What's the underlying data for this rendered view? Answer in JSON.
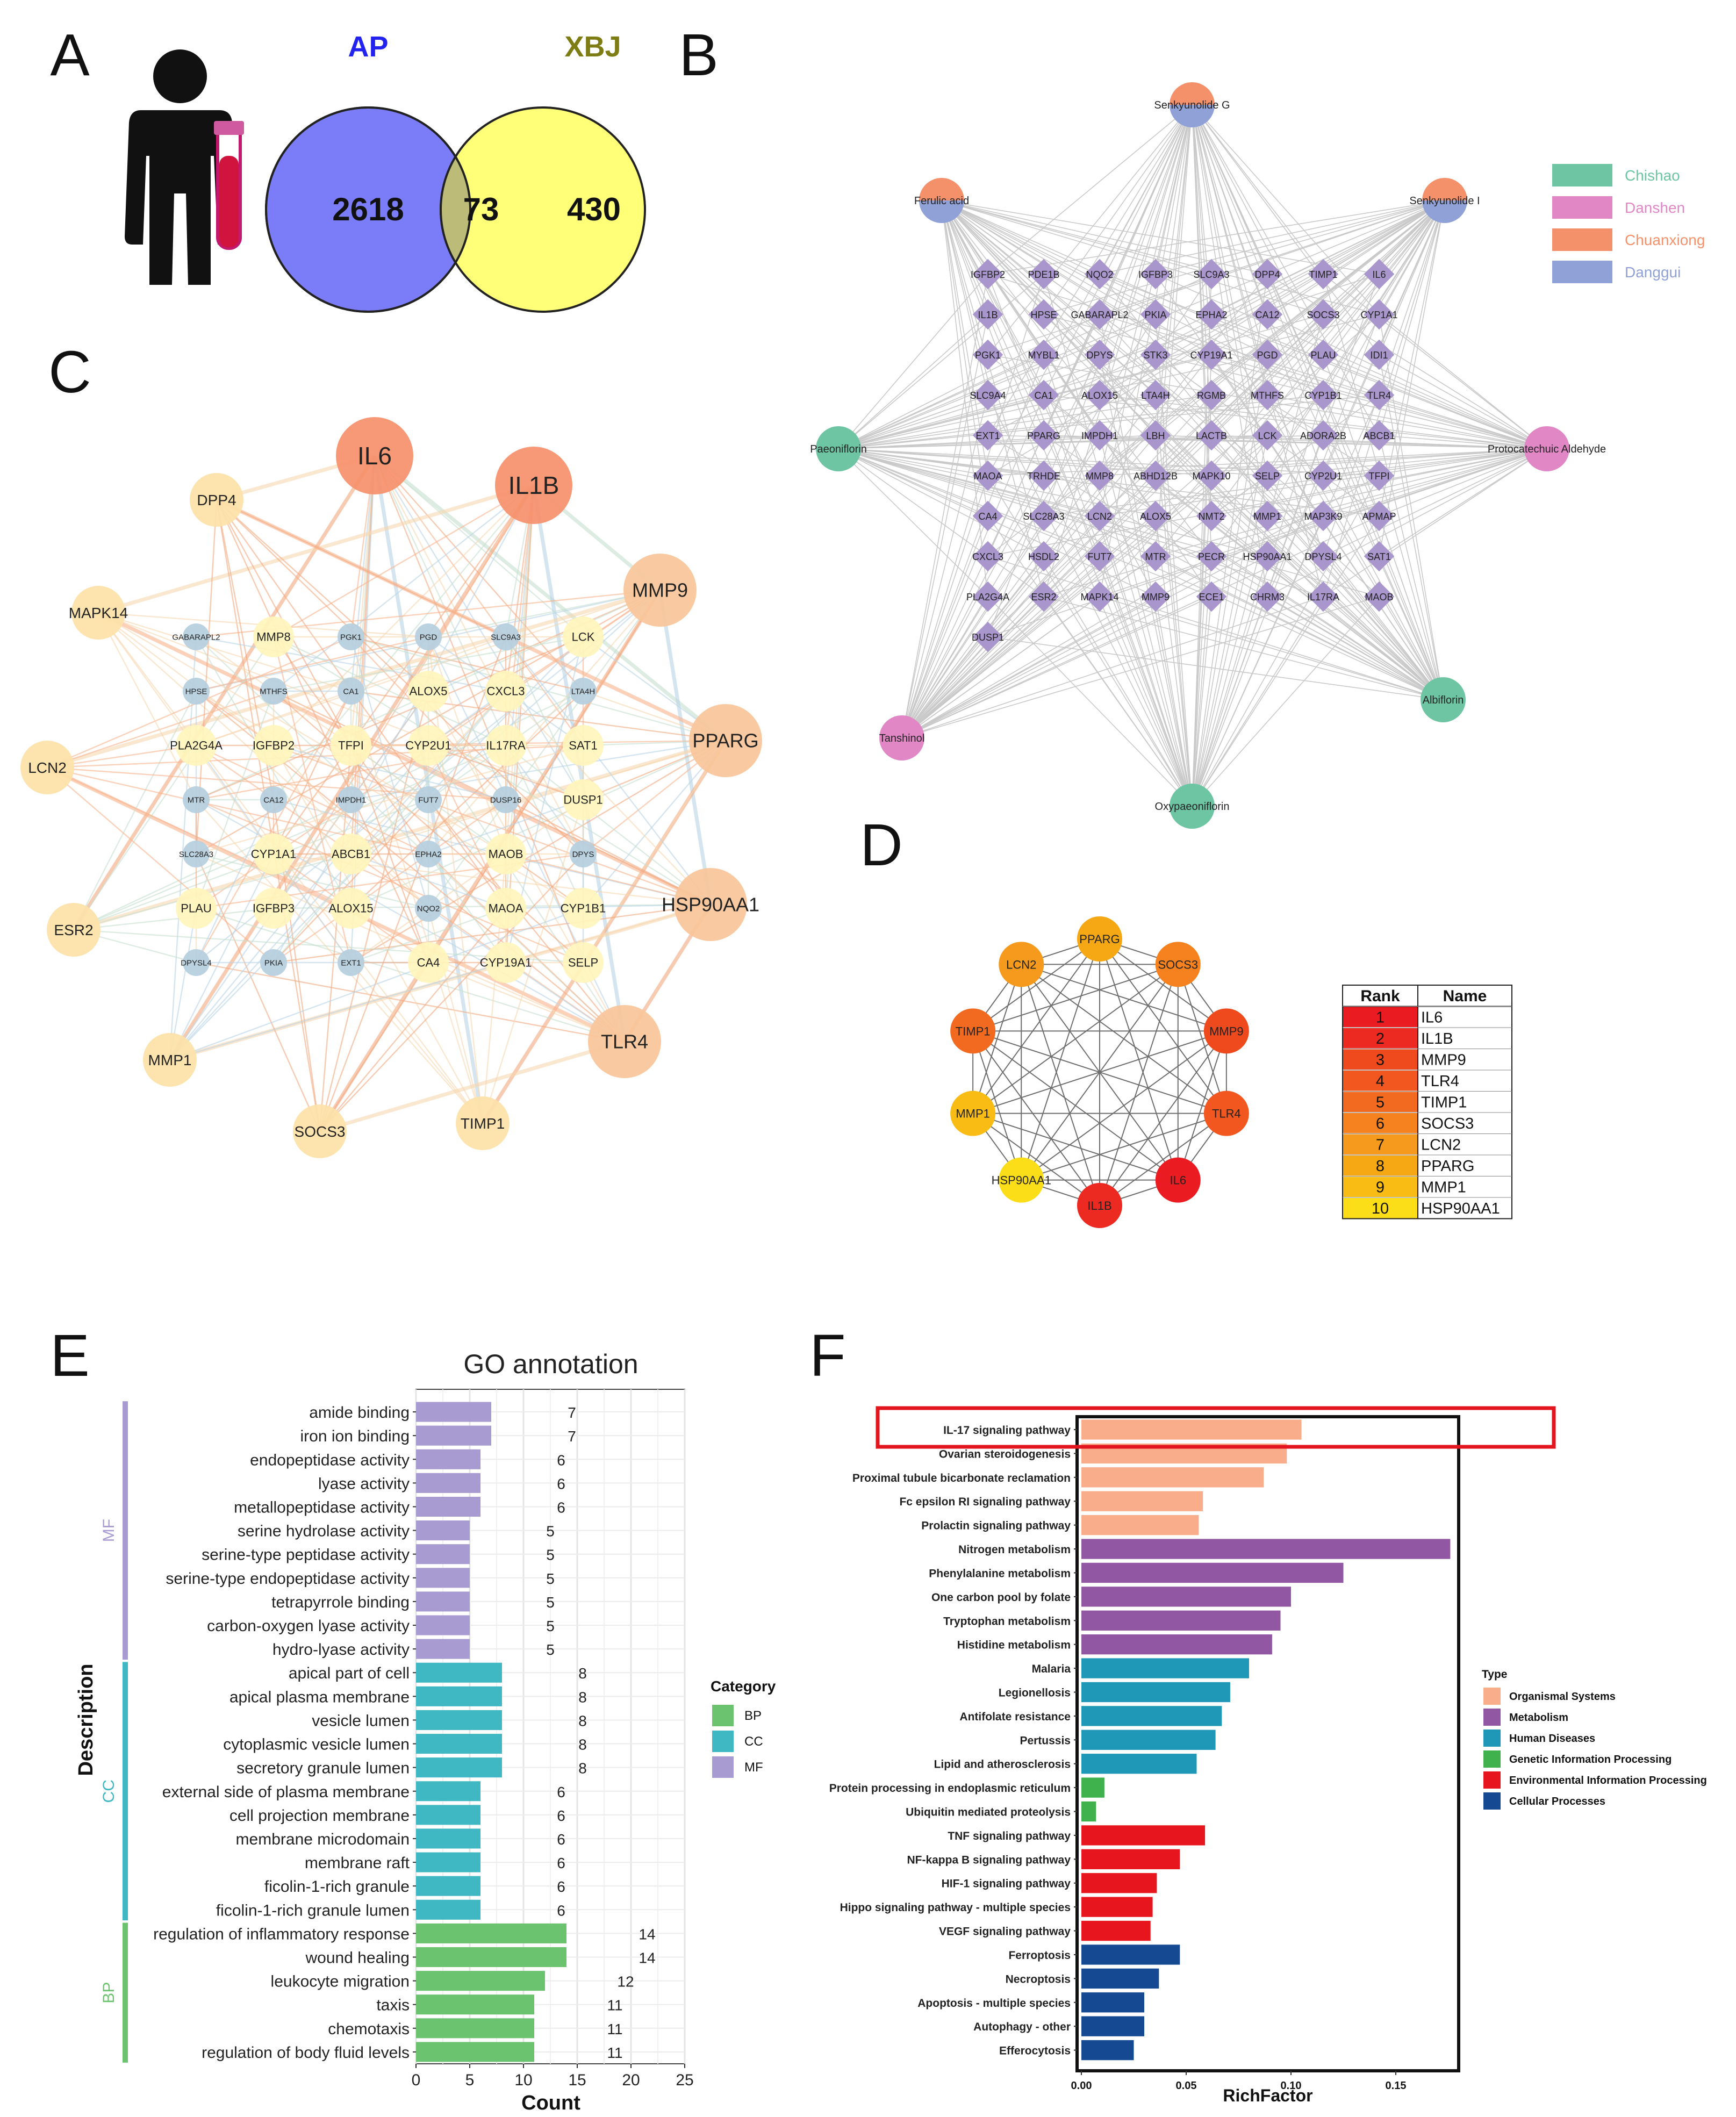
{
  "panel_labels": [
    "A",
    "B",
    "C",
    "D",
    "E",
    "F"
  ],
  "colors": {
    "chishao": "#6dc5a4",
    "danshen": "#e187c5",
    "chuanxiong": "#f4916a",
    "danggui": "#8fa1d6",
    "diamond": "#a996cc",
    "BP": "#6cc36f",
    "CC": "#3fb8c3",
    "MF": "#a79bd1",
    "organismal": "#f9ad8a",
    "metabolism": "#9257a3",
    "human_diseases": "#1f98b7",
    "genetic": "#3fb24d",
    "environmental": "#e7161e",
    "cellular": "#154a93"
  },
  "panel_a": {
    "title_left": "AP",
    "title_right": "XBJ",
    "left_only": "2618",
    "overlap": "73",
    "right_only": "430",
    "icon": "person-with-test-tube-icon"
  },
  "panel_b": {
    "legend": [
      {
        "name": "Chishao",
        "key": "chishao"
      },
      {
        "name": "Danshen",
        "key": "danshen"
      },
      {
        "name": "Chuanxiong",
        "key": "chuanxiong"
      },
      {
        "name": "Danggui",
        "key": "danggui"
      }
    ],
    "compounds": [
      {
        "label": "Senkyunolide G",
        "top": "chuanxiong",
        "bottom": "danggui"
      },
      {
        "label": "Ferulic acid",
        "top": "chuanxiong",
        "bottom": "danggui"
      },
      {
        "label": "Senkyunolide I",
        "top": "chuanxiong",
        "bottom": "danggui"
      },
      {
        "label": "Paeoniflorin",
        "top": "chishao",
        "bottom": "chishao"
      },
      {
        "label": "Protocatechuic Aldehyde",
        "top": "danshen",
        "bottom": "danshen"
      },
      {
        "label": "Tanshinol",
        "top": "danshen",
        "bottom": "danshen"
      },
      {
        "label": "Albiflorin",
        "top": "chishao",
        "bottom": "chishao"
      },
      {
        "label": "Oxypaeoniflorin",
        "top": "chishao",
        "bottom": "chishao"
      }
    ],
    "targets": [
      [
        "IGFBP2",
        "PDE1B",
        "NQO2",
        "IGFBP3",
        "SLC9A3",
        "DPP4",
        "TIMP1",
        "IL6"
      ],
      [
        "IL1B",
        "HPSE",
        "GABARAPL2",
        "PKIA",
        "EPHA2",
        "CA12",
        "SOCS3",
        "CYP1A1"
      ],
      [
        "PGK1",
        "MYBL1",
        "DPYS",
        "STK3",
        "CYP19A1",
        "PGD",
        "PLAU",
        "IDI1"
      ],
      [
        "SLC9A4",
        "CA1",
        "ALOX15",
        "LTA4H",
        "RGMB",
        "MTHFS",
        "CYP1B1",
        "TLR4"
      ],
      [
        "EXT1",
        "PPARG",
        "IMPDH1",
        "LBH",
        "LACTB",
        "LCK",
        "ADORA2B",
        "ABCB1"
      ],
      [
        "MAOA",
        "TRHDE",
        "MMP8",
        "ABHD12B",
        "MAPK10",
        "SELP",
        "CYP2U1",
        "TFPI"
      ],
      [
        "CA4",
        "SLC28A3",
        "LCN2",
        "ALOX5",
        "NMT2",
        "MMP1",
        "MAP3K9",
        "APMAP"
      ],
      [
        "CXCL3",
        "HSDL2",
        "FUT7",
        "MTR",
        "PECR",
        "HSP90AA1",
        "DPYSL4",
        "SAT1"
      ],
      [
        "PLA2G4A",
        "ESR2",
        "MAPK14",
        "MMP9",
        "ECE1",
        "CHRM3",
        "IL17RA",
        "MAOB"
      ],
      [
        "DUSP1"
      ]
    ]
  },
  "panel_c": {
    "nodes": [
      {
        "label": "IL6",
        "tier": 1
      },
      {
        "label": "IL1B",
        "tier": 1
      },
      {
        "label": "MMP9",
        "tier": 2
      },
      {
        "label": "PPARG",
        "tier": 2
      },
      {
        "label": "HSP90AA1",
        "tier": 2
      },
      {
        "label": "TLR4",
        "tier": 2
      },
      {
        "label": "TIMP1",
        "tier": 3
      },
      {
        "label": "SOCS3",
        "tier": 3
      },
      {
        "label": "MMP1",
        "tier": 3
      },
      {
        "label": "ESR2",
        "tier": 3
      },
      {
        "label": "LCN2",
        "tier": 3
      },
      {
        "label": "MAPK14",
        "tier": 3
      },
      {
        "label": "DPP4",
        "tier": 3
      },
      {
        "label": "GABARAPL2",
        "tier": 5
      },
      {
        "label": "MMP8",
        "tier": 4
      },
      {
        "label": "PGK1",
        "tier": 5
      },
      {
        "label": "PGD",
        "tier": 5
      },
      {
        "label": "SLC9A3",
        "tier": 5
      },
      {
        "label": "LCK",
        "tier": 4
      },
      {
        "label": "HPSE",
        "tier": 5
      },
      {
        "label": "MTHFS",
        "tier": 5
      },
      {
        "label": "CA1",
        "tier": 5
      },
      {
        "label": "ALOX5",
        "tier": 4
      },
      {
        "label": "CXCL3",
        "tier": 4
      },
      {
        "label": "LTA4H",
        "tier": 5
      },
      {
        "label": "PLA2G4A",
        "tier": 4
      },
      {
        "label": "IGFBP2",
        "tier": 4
      },
      {
        "label": "TFPI",
        "tier": 4
      },
      {
        "label": "CYP2U1",
        "tier": 4
      },
      {
        "label": "IL17RA",
        "tier": 4
      },
      {
        "label": "SAT1",
        "tier": 4
      },
      {
        "label": "MTR",
        "tier": 5
      },
      {
        "label": "CA12",
        "tier": 5
      },
      {
        "label": "IMPDH1",
        "tier": 5
      },
      {
        "label": "FUT7",
        "tier": 5
      },
      {
        "label": "DUSP16",
        "tier": 5
      },
      {
        "label": "DUSP1",
        "tier": 4
      },
      {
        "label": "SLC28A3",
        "tier": 5
      },
      {
        "label": "CYP1A1",
        "tier": 4
      },
      {
        "label": "ABCB1",
        "tier": 4
      },
      {
        "label": "EPHA2",
        "tier": 5
      },
      {
        "label": "MAOB",
        "tier": 4
      },
      {
        "label": "DPYS",
        "tier": 5
      },
      {
        "label": "PLAU",
        "tier": 4
      },
      {
        "label": "IGFBP3",
        "tier": 4
      },
      {
        "label": "ALOX15",
        "tier": 4
      },
      {
        "label": "NQO2",
        "tier": 5
      },
      {
        "label": "MAOA",
        "tier": 4
      },
      {
        "label": "CYP1B1",
        "tier": 4
      },
      {
        "label": "DPYSL4",
        "tier": 5
      },
      {
        "label": "PKIA",
        "tier": 5
      },
      {
        "label": "EXT1",
        "tier": 5
      },
      {
        "label": "CA4",
        "tier": 4
      },
      {
        "label": "CYP19A1",
        "tier": 4
      },
      {
        "label": "SELP",
        "tier": 4
      }
    ]
  },
  "panel_d": {
    "nodes": [
      {
        "label": "PPARG",
        "color": "#f6a814"
      },
      {
        "label": "SOCS3",
        "color": "#f5821e"
      },
      {
        "label": "MMP9",
        "color": "#ef4a1d"
      },
      {
        "label": "TLR4",
        "color": "#f1571f"
      },
      {
        "label": "IL6",
        "color": "#ea1c21"
      },
      {
        "label": "IL1B",
        "color": "#ec2a22"
      },
      {
        "label": "HSP90AA1",
        "color": "#fbde17"
      },
      {
        "label": "MMP1",
        "color": "#f9bc15"
      },
      {
        "label": "TIMP1",
        "color": "#f26a20"
      },
      {
        "label": "LCN2",
        "color": "#f59a1d"
      }
    ],
    "table": {
      "headers": [
        "Rank",
        "Name"
      ],
      "rows": [
        {
          "rank": "1",
          "name": "IL6",
          "color": "#ea1c21"
        },
        {
          "rank": "2",
          "name": "IL1B",
          "color": "#ec2a22"
        },
        {
          "rank": "3",
          "name": "MMP9",
          "color": "#ef4a1d"
        },
        {
          "rank": "4",
          "name": "TLR4",
          "color": "#f1571f"
        },
        {
          "rank": "5",
          "name": "TIMP1",
          "color": "#f26a20"
        },
        {
          "rank": "6",
          "name": "SOCS3",
          "color": "#f5821e"
        },
        {
          "rank": "7",
          "name": "LCN2",
          "color": "#f59a1d"
        },
        {
          "rank": "8",
          "name": "PPARG",
          "color": "#f6a814"
        },
        {
          "rank": "9",
          "name": "MMP1",
          "color": "#f9bc15"
        },
        {
          "rank": "10",
          "name": "HSP90AA1",
          "color": "#fbde17"
        }
      ]
    }
  },
  "chart_data": [
    {
      "type": "bar",
      "orientation": "horizontal",
      "title": "GO annotation",
      "xlabel": "Count",
      "ylabel": "Description",
      "xlim": [
        0,
        25
      ],
      "xticks": [
        0,
        5,
        10,
        15,
        20,
        25
      ],
      "grid": true,
      "legend": {
        "title": "Category",
        "entries": [
          "BP",
          "CC",
          "MF"
        ],
        "position": "right"
      },
      "groups": [
        {
          "name": "MF",
          "items": [
            {
              "label": "amide binding",
              "value": 7
            },
            {
              "label": "iron ion binding",
              "value": 7
            },
            {
              "label": "endopeptidase activity",
              "value": 6
            },
            {
              "label": "lyase activity",
              "value": 6
            },
            {
              "label": "metallopeptidase activity",
              "value": 6
            },
            {
              "label": "serine hydrolase activity",
              "value": 5
            },
            {
              "label": "serine-type peptidase activity",
              "value": 5
            },
            {
              "label": "serine-type endopeptidase activity",
              "value": 5
            },
            {
              "label": "tetrapyrrole binding",
              "value": 5
            },
            {
              "label": "carbon-oxygen lyase activity",
              "value": 5
            },
            {
              "label": "hydro-lyase activity",
              "value": 5
            }
          ]
        },
        {
          "name": "CC",
          "items": [
            {
              "label": "apical part of cell",
              "value": 8
            },
            {
              "label": "apical plasma membrane",
              "value": 8
            },
            {
              "label": "vesicle lumen",
              "value": 8
            },
            {
              "label": "cytoplasmic vesicle lumen",
              "value": 8
            },
            {
              "label": "secretory granule lumen",
              "value": 8
            },
            {
              "label": "external side of plasma membrane",
              "value": 6
            },
            {
              "label": "cell projection membrane",
              "value": 6
            },
            {
              "label": "membrane microdomain",
              "value": 6
            },
            {
              "label": "membrane raft",
              "value": 6
            },
            {
              "label": "ficolin-1-rich granule",
              "value": 6
            },
            {
              "label": "ficolin-1-rich granule lumen",
              "value": 6
            }
          ]
        },
        {
          "name": "BP",
          "items": [
            {
              "label": "regulation of inflammatory response",
              "value": 14
            },
            {
              "label": "wound healing",
              "value": 14
            },
            {
              "label": "leukocyte migration",
              "value": 12
            },
            {
              "label": "taxis",
              "value": 11
            },
            {
              "label": "chemotaxis",
              "value": 11
            },
            {
              "label": "regulation of body fluid levels",
              "value": 11
            }
          ]
        }
      ]
    },
    {
      "type": "bar",
      "orientation": "horizontal",
      "title": "",
      "xlabel": "RichFactor",
      "ylabel": "",
      "xlim": [
        0,
        0.18
      ],
      "xticks": [
        "0.00",
        "0.05",
        "0.10",
        "0.15"
      ],
      "grid": false,
      "legend": {
        "title": "Type",
        "position": "right",
        "entries": [
          {
            "name": "Organismal Systems",
            "key": "organismal"
          },
          {
            "name": "Metabolism",
            "key": "metabolism"
          },
          {
            "name": "Human Diseases",
            "key": "human_diseases"
          },
          {
            "name": "Genetic Information Processing",
            "key": "genetic"
          },
          {
            "name": "Environmental Information Processing",
            "key": "environmental"
          },
          {
            "name": "Cellular Processes",
            "key": "cellular"
          }
        ]
      },
      "highlight": "IL-17 signaling pathway",
      "items": [
        {
          "label": "IL-17 signaling pathway",
          "value": 0.105,
          "type": "organismal"
        },
        {
          "label": "Ovarian steroidogenesis",
          "value": 0.098,
          "type": "organismal"
        },
        {
          "label": "Proximal tubule bicarbonate reclamation",
          "value": 0.087,
          "type": "organismal"
        },
        {
          "label": "Fc epsilon RI signaling pathway",
          "value": 0.058,
          "type": "organismal"
        },
        {
          "label": "Prolactin signaling pathway",
          "value": 0.056,
          "type": "organismal"
        },
        {
          "label": "Nitrogen metabolism",
          "value": 0.176,
          "type": "metabolism"
        },
        {
          "label": "Phenylalanine metabolism",
          "value": 0.125,
          "type": "metabolism"
        },
        {
          "label": "One carbon pool by folate",
          "value": 0.1,
          "type": "metabolism"
        },
        {
          "label": "Tryptophan metabolism",
          "value": 0.095,
          "type": "metabolism"
        },
        {
          "label": "Histidine metabolism",
          "value": 0.091,
          "type": "metabolism"
        },
        {
          "label": "Malaria",
          "value": 0.08,
          "type": "human_diseases"
        },
        {
          "label": "Legionellosis",
          "value": 0.071,
          "type": "human_diseases"
        },
        {
          "label": "Antifolate resistance",
          "value": 0.067,
          "type": "human_diseases"
        },
        {
          "label": "Pertussis",
          "value": 0.064,
          "type": "human_diseases"
        },
        {
          "label": "Lipid and atherosclerosis",
          "value": 0.055,
          "type": "human_diseases"
        },
        {
          "label": "Protein processing in endoplasmic reticulum",
          "value": 0.011,
          "type": "genetic"
        },
        {
          "label": "Ubiquitin mediated proteolysis",
          "value": 0.007,
          "type": "genetic"
        },
        {
          "label": "TNF signaling pathway",
          "value": 0.059,
          "type": "environmental"
        },
        {
          "label": "NF-kappa B signaling pathway",
          "value": 0.047,
          "type": "environmental"
        },
        {
          "label": "HIF-1 signaling pathway",
          "value": 0.036,
          "type": "environmental"
        },
        {
          "label": "Hippo signaling pathway - multiple species",
          "value": 0.034,
          "type": "environmental"
        },
        {
          "label": "VEGF signaling pathway",
          "value": 0.033,
          "type": "environmental"
        },
        {
          "label": "Ferroptosis",
          "value": 0.047,
          "type": "cellular"
        },
        {
          "label": "Necroptosis",
          "value": 0.037,
          "type": "cellular"
        },
        {
          "label": "Apoptosis - multiple species",
          "value": 0.03,
          "type": "cellular"
        },
        {
          "label": "Autophagy - other",
          "value": 0.03,
          "type": "cellular"
        },
        {
          "label": "Efferocytosis",
          "value": 0.025,
          "type": "cellular"
        }
      ]
    }
  ]
}
